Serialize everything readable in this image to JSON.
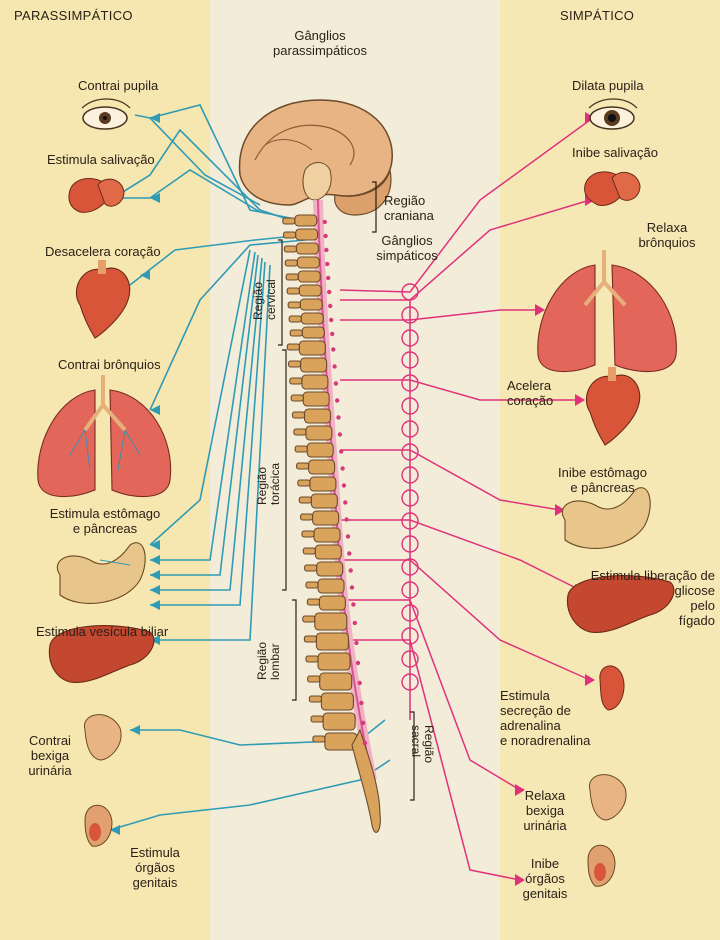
{
  "headings": {
    "parasympathetic": "PARASSIMPÁTICO",
    "sympathetic": "SIMPÁTICO"
  },
  "central_labels": {
    "parasympathetic_ganglia": [
      "Gânglios",
      "parassimpáticos"
    ],
    "sympathetic_ganglia": [
      "Gânglios",
      "simpáticos"
    ],
    "cranial_region": [
      "Região",
      "craniana"
    ],
    "cervical_region": [
      "Região",
      "cervical"
    ],
    "thoracic_region": [
      "Região",
      "torácica"
    ],
    "lumbar_region": [
      "Região",
      "lombar"
    ],
    "sacral_region": [
      "Região",
      "sacral"
    ]
  },
  "parasympathetic_effects": [
    [
      "Contrai pupila"
    ],
    [
      "Estimula salivação"
    ],
    [
      "Desacelera coração"
    ],
    [
      "Contrai brônquios"
    ],
    [
      "Estimula estômago",
      "e pâncreas"
    ],
    [
      "Estimula vesícula biliar"
    ],
    [
      "Contrai",
      "bexiga",
      "urinária"
    ],
    [
      "Estimula",
      "órgãos",
      "genitais"
    ]
  ],
  "sympathetic_effects": [
    [
      "Dilata pupila"
    ],
    [
      "Inibe salivação"
    ],
    [
      "Relaxa",
      "brônquios"
    ],
    [
      "Acelera",
      "coração"
    ],
    [
      "Inibe estômago",
      "e pâncreas"
    ],
    [
      "Estimula liberação de",
      "glicose",
      "pelo",
      "fígado"
    ],
    [
      "Estimula",
      "secreção de",
      "adrenalina",
      "e noradrenalina"
    ],
    [
      "Relaxa",
      "bexiga",
      "urinária"
    ],
    [
      "Inibe",
      "órgãos",
      "genitais"
    ]
  ],
  "colors": {
    "parasympathetic_nerve": "#2f9bb5",
    "sympathetic_nerve": "#e0327a",
    "organ": "#d9553a",
    "bone": "#d9a35c",
    "background_panel": "#f6e7a8"
  }
}
